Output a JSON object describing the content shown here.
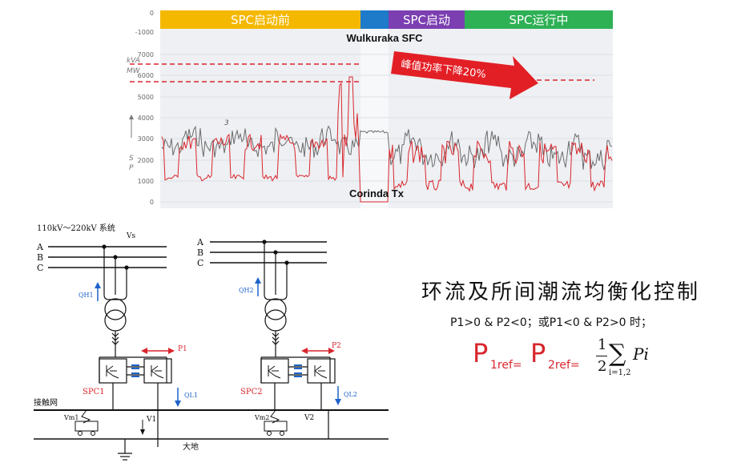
{
  "phases": [
    {
      "label": "SPC启动前",
      "color": "#f5b800"
    },
    {
      "label": "",
      "color": "#1e7bc9"
    },
    {
      "label": "SPC启动",
      "color": "#7b3fb1"
    },
    {
      "label": "SPC运行中",
      "color": "#2eb055"
    }
  ],
  "chart_data": {
    "type": "line",
    "title": "Wulkuraka SFC",
    "yticks": [
      "0",
      "1000",
      "2000",
      "3000",
      "4000",
      "5000",
      "6000",
      "7000",
      "-1000",
      "0"
    ],
    "ylim": [
      0,
      7000
    ],
    "ylabel_units": [
      "kVA",
      "MW"
    ],
    "ylabel_axis": [
      "S",
      "P"
    ],
    "series": [
      {
        "name": "3",
        "color": "#6b6b6b"
      },
      {
        "name": "Corinda Tx",
        "color": "#d9252c"
      }
    ],
    "peak_reduction_label": "峰值功率下降20%"
  },
  "circuit": {
    "system_label": "110kV～220kV 系统",
    "vs_label": "Vs",
    "phases_left": [
      "A",
      "B",
      "C"
    ],
    "phases_right": [
      "A",
      "B",
      "C"
    ],
    "qh1": "QH1",
    "qh2": "QH2",
    "p1": "P1",
    "p2": "P2",
    "spc1": "SPC1",
    "spc2": "SPC2",
    "ql1": "QL1",
    "ql2": "QL2",
    "catenary": "接触网",
    "vm1": "Vm1",
    "vm2": "Vm2",
    "v1": "V1",
    "v2": "V2",
    "ground": "大地"
  },
  "control": {
    "title": "环流及所间潮流均衡化控制",
    "condition": "P1>0 & P2<0；或P1<0 & P2>0 时；",
    "p_letter": "P",
    "sub1": "1ref=",
    "sub2": "2ref=",
    "frac_num": "1",
    "frac_den": "2",
    "sigma": "∑",
    "sum_index": "i=1,2",
    "sum_term": "Pi"
  }
}
